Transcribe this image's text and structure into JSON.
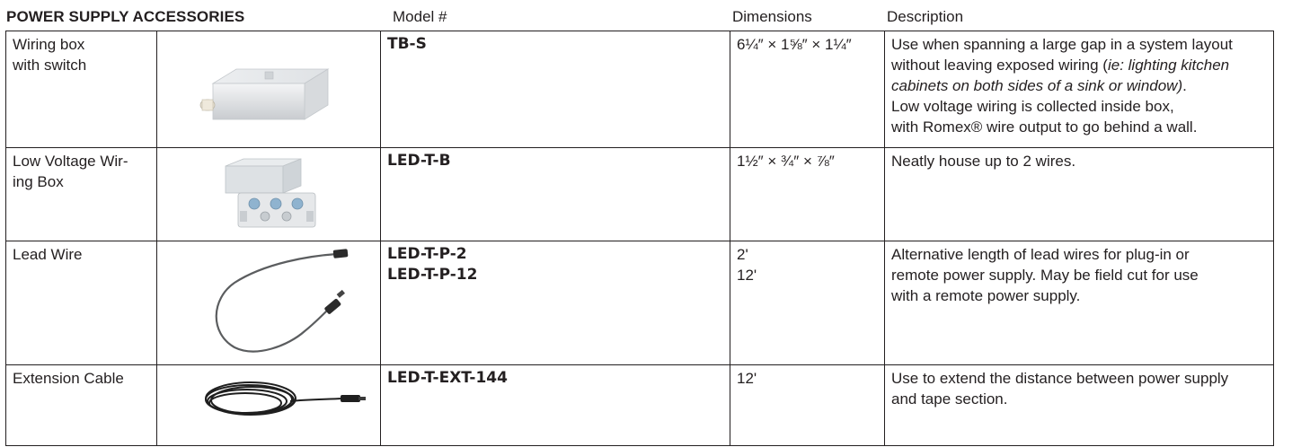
{
  "header": {
    "title": "POWER SUPPLY ACCESSORIES",
    "model_col": "Model #",
    "dimensions_col": "Dimensions",
    "description_col": "Description"
  },
  "rows": [
    {
      "name": "Wiring box with switch",
      "name_lines": [
        "Wiring box",
        "with switch"
      ],
      "image_icon": "wiring-box-switch-photo",
      "models": [
        "TB-S"
      ],
      "dimensions": [
        "6¼″ × 1⅝″ × 1¼″"
      ],
      "description_lines": [
        {
          "pre": "Use when spanning a large gap in a system layout",
          "em": "",
          "post": ""
        },
        {
          "pre": "without leaving exposed wiring (",
          "em": "ie: lighting kitchen",
          "post": ""
        },
        {
          "pre": "",
          "em": "cabinets on both sides of a sink or window)",
          "post": "."
        },
        {
          "pre": "Low voltage wiring is collected inside box,",
          "em": "",
          "post": ""
        },
        {
          "pre": "with Romex® wire output to go behind a wall.",
          "em": "",
          "post": ""
        }
      ]
    },
    {
      "name": "Low Voltage Wiring Box",
      "name_lines": [
        "Low Voltage Wir-",
        "ing Box"
      ],
      "image_icon": "junction-box-photo",
      "models": [
        "LED-T-B"
      ],
      "dimensions": [
        "1½″ × ¾″ × ⅞″"
      ],
      "description_lines": [
        {
          "pre": "Neatly house up to 2 wires.",
          "em": "",
          "post": ""
        }
      ]
    },
    {
      "name": "Lead Wire",
      "name_lines": [
        "Lead Wire"
      ],
      "image_icon": "lead-wire-photo",
      "models": [
        "LED-T-P-2",
        "LED-T-P-12"
      ],
      "dimensions": [
        "2'",
        "12'"
      ],
      "description_lines": [
        {
          "pre": "Alternative length of lead wires for plug-in or",
          "em": "",
          "post": ""
        },
        {
          "pre": "remote power supply. May be field cut for use",
          "em": "",
          "post": ""
        },
        {
          "pre": "with a remote power supply.",
          "em": "",
          "post": ""
        }
      ]
    },
    {
      "name": "Extension Cable",
      "name_lines": [
        "Extension Cable"
      ],
      "image_icon": "extension-cable-photo",
      "models": [
        "LED-T-EXT-144"
      ],
      "dimensions": [
        "12'"
      ],
      "description_lines": [
        {
          "pre": "Use to extend the distance between power supply",
          "em": "",
          "post": ""
        },
        {
          "pre": "and tape section.",
          "em": "",
          "post": ""
        }
      ]
    }
  ]
}
